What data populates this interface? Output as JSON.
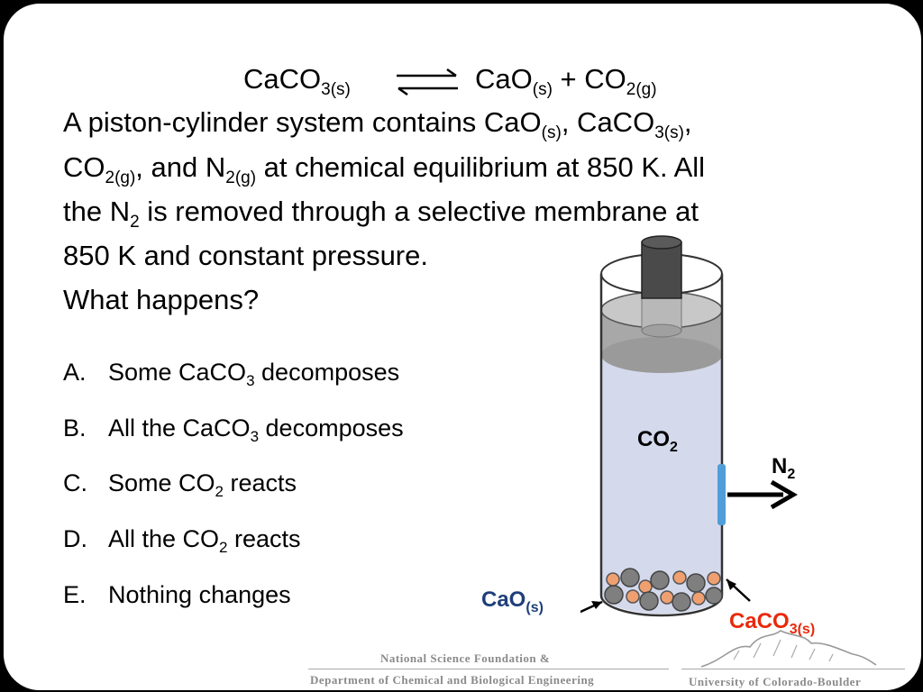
{
  "equation": {
    "reactant": "CaCO",
    "reactant_sub": "3(s)",
    "product1": "CaO",
    "product1_sub": "(s)",
    "plus": "+",
    "product2": "CO",
    "product2_sub": "2(g)"
  },
  "question": {
    "l1_a": "A piston-cylinder system contains CaO",
    "l1_s1": "(s)",
    "l1_b": ", CaCO",
    "l1_s2": "3(s)",
    "l1_c": ",",
    "l2_a": "CO",
    "l2_s1": "2(g)",
    "l2_b": ", and N",
    "l2_s2": "2(g)",
    "l2_c": " at chemical equilibrium at 850 K. All",
    "l3_a": "the N",
    "l3_s1": "2",
    "l3_b": " is removed through a selective membrane at",
    "l4": "850 K and constant pressure.",
    "l5": "What happens?"
  },
  "options": [
    {
      "letter": "A.",
      "pre": "Some CaCO",
      "sub": "3",
      "post": " decomposes"
    },
    {
      "letter": "B.",
      "pre": "All the CaCO",
      "sub": "3",
      "post": " decomposes"
    },
    {
      "letter": "C.",
      "pre": "Some CO",
      "sub": "2",
      "post": " reacts"
    },
    {
      "letter": "D.",
      "pre": "All the CO",
      "sub": "2",
      "post": " reacts"
    },
    {
      "letter": "E.",
      "pre": "Nothing changes",
      "sub": "",
      "post": ""
    }
  ],
  "diagram": {
    "gas_label": "CO",
    "gas_sub": "2",
    "membrane_label": "N",
    "membrane_sub": "2",
    "solid1_label": "CaO",
    "solid1_sub": "(s)",
    "solid2_label": "CaCO",
    "solid2_sub": "3(s)",
    "colors": {
      "gas": "#d4d9ec",
      "piston": "#b5b5b5",
      "rod": "#4a4a4a",
      "membrane": "#4f9ed8",
      "caco3_label": "#e8290b",
      "cao_label": "#1f3f7a",
      "cao_particle": "#7f7f7f",
      "caco3_particle": "#f0a070"
    }
  },
  "footer": {
    "nsf": "National Science Foundation &",
    "dept": "Department of Chemical and Biological Engineering",
    "univ": "University of Colorado-Boulder"
  }
}
